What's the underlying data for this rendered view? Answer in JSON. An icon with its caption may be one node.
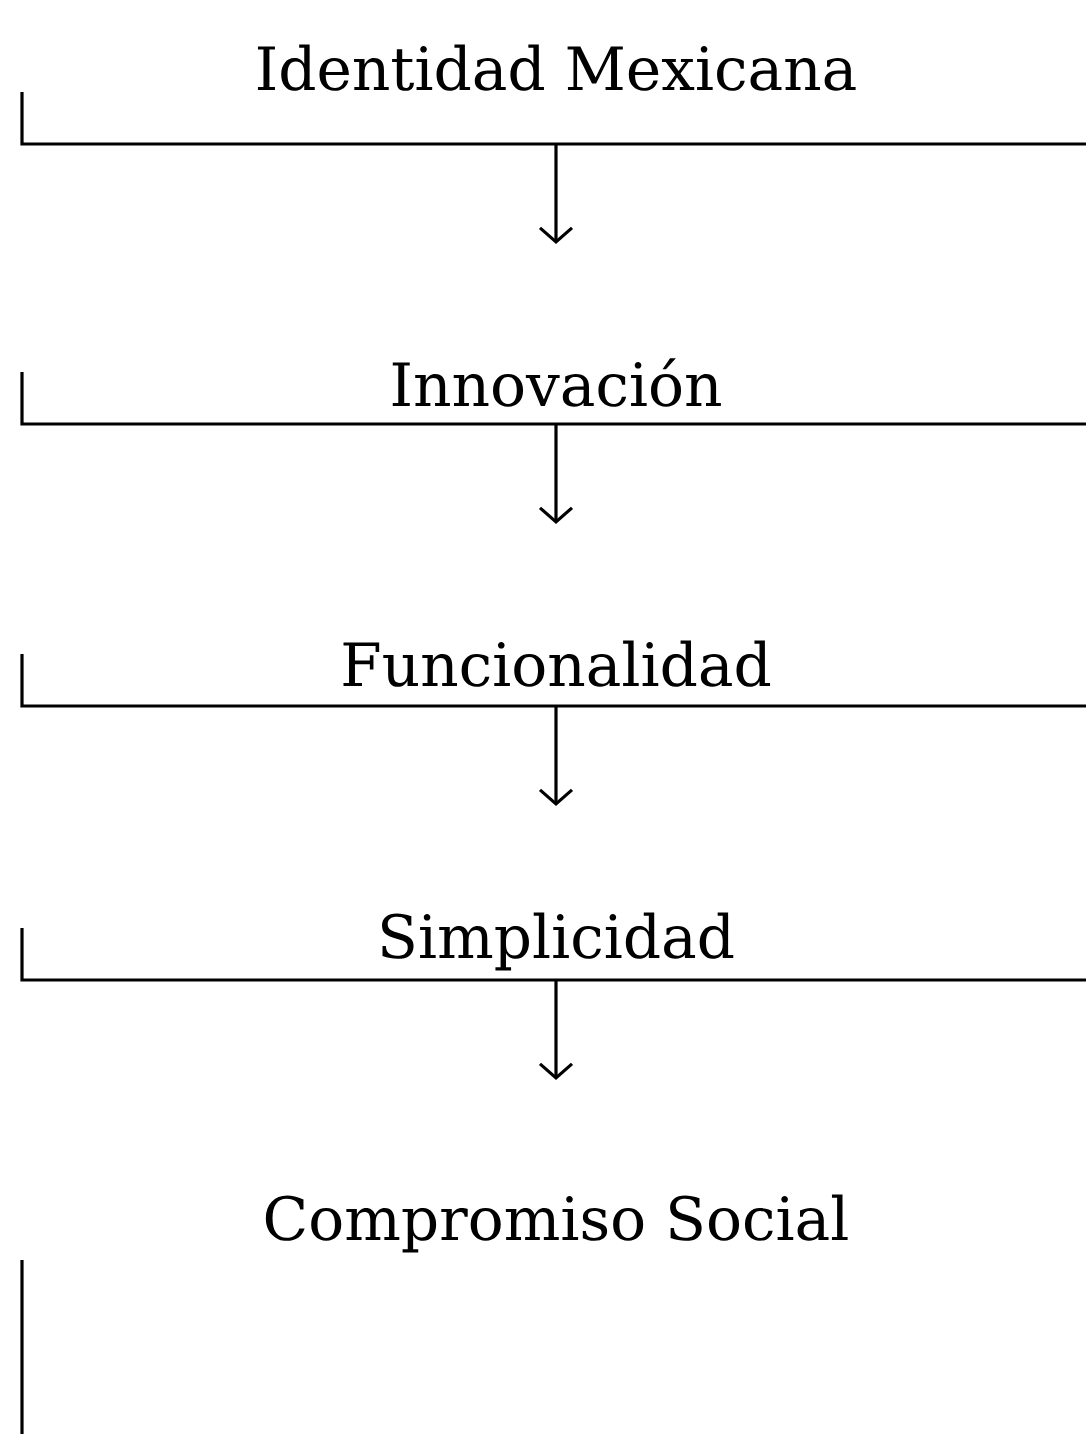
{
  "diagram": {
    "nodes": [
      {
        "text": [
          "Identidad Mexicana"
        ]
      },
      {
        "text": [
          "Innovación"
        ]
      },
      {
        "text": [
          "Funcionalidad"
        ]
      },
      {
        "text": [
          "Simplicidad"
        ]
      },
      {
        "text": [
          "Compromiso Social"
        ]
      }
    ],
    "edges": [
      {
        "from": 0,
        "to": null,
        "arrow": "to"
      },
      {
        "from": 1,
        "to": null,
        "arrow": "to"
      },
      {
        "from": 2,
        "to": null,
        "arrow": "to"
      },
      {
        "from": 3,
        "to": null,
        "arrow": "to"
      }
    ]
  }
}
